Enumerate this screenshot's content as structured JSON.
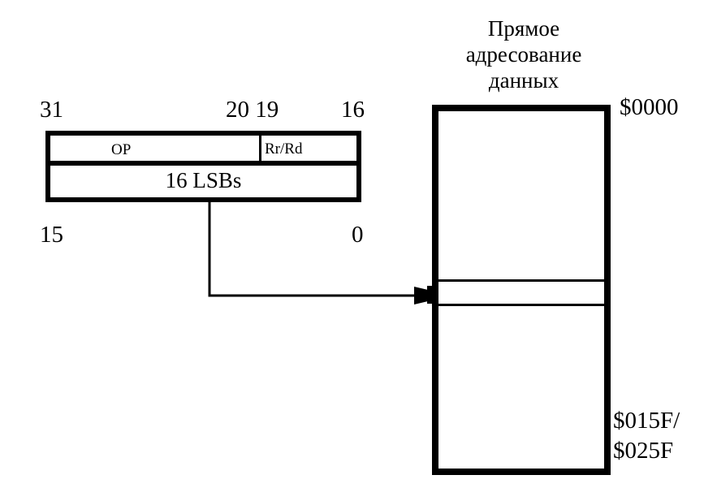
{
  "title": {
    "line1": "Прямое",
    "line2": "адресование",
    "line3": "данных"
  },
  "instruction": {
    "bit_31": "31",
    "bit_20_19": "20 19",
    "bit_16": "16",
    "bit_15": "15",
    "bit_0": "0",
    "op_field": "OP",
    "reg_field": "Rr/Rd",
    "low_field": "16 LSBs"
  },
  "memory": {
    "start_address": "$0000",
    "end_address_1": "$015F/",
    "end_address_2": "$025F"
  }
}
